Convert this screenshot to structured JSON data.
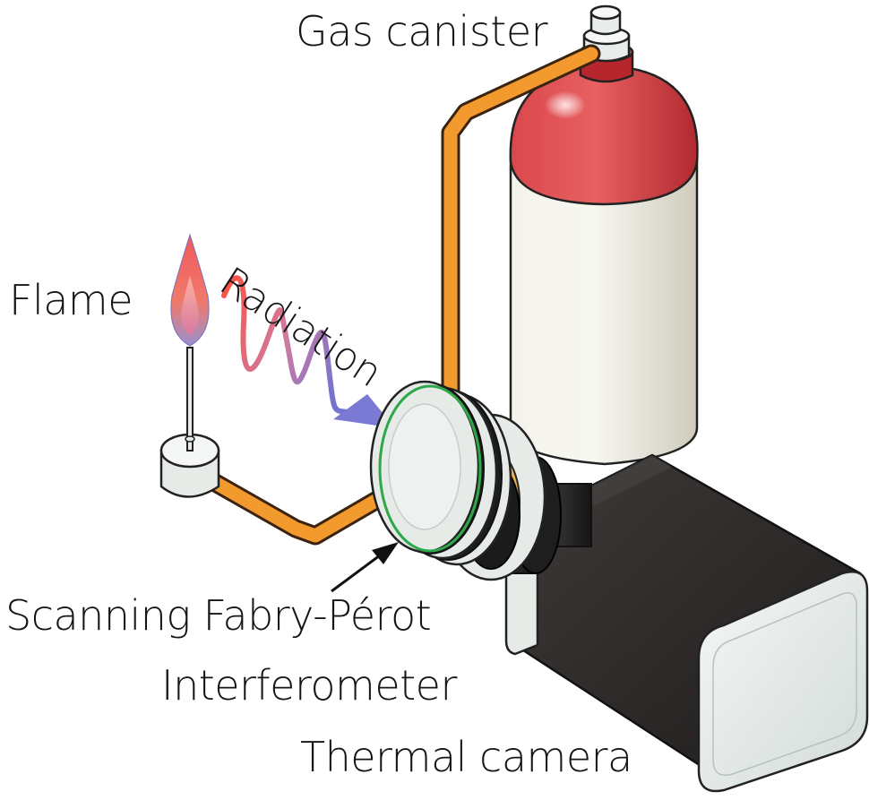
{
  "labels": {
    "gas_canister": "Gas canister",
    "flame": "Flame",
    "radiation": "Radiation",
    "fp_line1": "Scanning Fabry-Pérot",
    "fp_line2": "Interferometer",
    "thermal_camera": "Thermal camera"
  },
  "colors": {
    "pipe": "#f39a2e",
    "canister_top": "#c8323a",
    "canister_body": "#ecebe3",
    "ring_green": "#2fa84a",
    "lens_orange": "#e6b04a",
    "camera_body": "#2b2929",
    "camera_face": "#e6ebe8",
    "flame_outer": "#ee6a6a",
    "flame_inner": "#9a8ccc",
    "radiation_start": "#ff5a4a",
    "radiation_end": "#7a7ad4"
  }
}
